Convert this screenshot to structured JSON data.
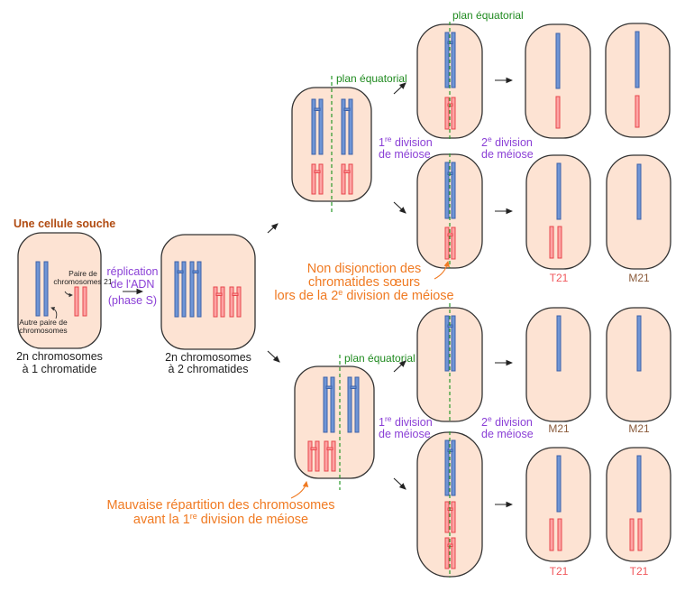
{
  "title": "Une cellule souche",
  "labels": {
    "pair21": [
      "Paire de",
      "chromosomes 21"
    ],
    "other_pair": [
      "Autre paire de",
      "chromosomes"
    ],
    "cell1_caption": [
      "2n chromosomes",
      "à 1 chromatide"
    ],
    "cell2_caption": [
      "2n chromosomes",
      "à 2 chromatides"
    ],
    "replication": [
      "réplication",
      "de l'ADN",
      "(phase S)"
    ],
    "equatorial_plane": "plan équatorial",
    "div1": {
      "num": "1",
      "sup": "re",
      "rest": " division",
      "line2": "de méiose"
    },
    "div2": {
      "num": "2",
      "sup": "e",
      "rest": " division",
      "line2": "de méiose"
    },
    "nondisjunction": [
      "Non disjonction des",
      "chromatides sœurs",
      "lors de la 2",
      "e",
      " division de méiose"
    ],
    "missegregation": [
      "Mauvaise répartition des chromosomes",
      "avant la 1",
      "re",
      " division de méiose"
    ]
  },
  "outcomes": {
    "top_upper": [
      "",
      ""
    ],
    "top_lower": [
      "T21",
      "M21"
    ],
    "bottom_upper": [
      "M21",
      "M21"
    ],
    "bottom_lower": [
      "T21",
      "T21"
    ]
  },
  "colors": {
    "cell_fill": "#fde3d3",
    "chromosome_other": "#6f95d6",
    "chromosome_21": "#fda4a4",
    "equatorial": "#2a9a2a",
    "annotation": "#f07a22",
    "division_label": "#8a3fd6",
    "trisomy": "#f0575c",
    "monosomy": "#8a5a3a"
  }
}
